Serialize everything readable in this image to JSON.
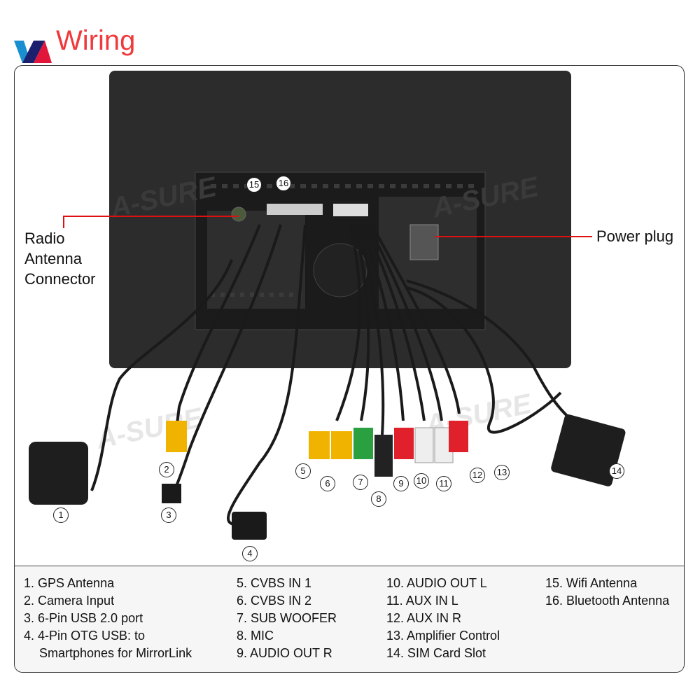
{
  "header": {
    "title": "Wiring",
    "logo_colors": [
      "#1a8fd0",
      "#1b1f6e",
      "#e0163a"
    ]
  },
  "callouts": {
    "radio_antenna": [
      "Radio",
      "Antenna",
      "Connector"
    ],
    "power_plug": "Power plug"
  },
  "watermark": "A-SURE",
  "markers": [
    "1",
    "2",
    "3",
    "4",
    "5",
    "6",
    "7",
    "8",
    "9",
    "10",
    "11",
    "12",
    "13",
    "14",
    "15",
    "16"
  ],
  "legend": {
    "col1": [
      "1. GPS Antenna",
      "2. Camera Input",
      "3. 6-Pin USB 2.0 port",
      "4. 4-Pin OTG USB: to",
      "Smartphones for MirrorLink"
    ],
    "col2": [
      "5. CVBS IN 1",
      "6. CVBS IN 2",
      "7. SUB WOOFER",
      "8. MIC",
      "9. AUDIO OUT R"
    ],
    "col3": [
      "10. AUDIO OUT L",
      "11. AUX IN L",
      "12. AUX IN R",
      "13. Amplifier Control",
      "14. SIM Card Slot"
    ],
    "col4": [
      "15. Wifi Antenna",
      "16. Bluetooth Antenna"
    ]
  },
  "colors": {
    "accent": "#f0393b",
    "callout_line": "#e01010",
    "device": "#2a2a2a"
  }
}
